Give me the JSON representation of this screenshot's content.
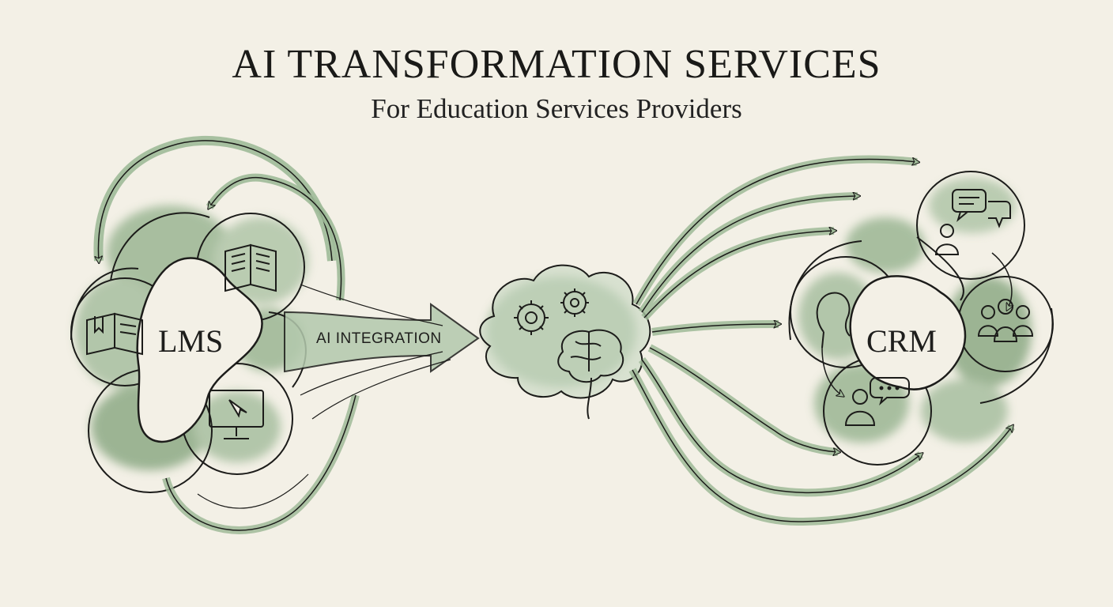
{
  "header": {
    "title": "AI TRANSFORMATION SERVICES",
    "subtitle": "For Education Services Providers"
  },
  "lms": {
    "label": "LMS",
    "icons": [
      "open-book-icon",
      "book-with-bookmark-icon",
      "computer-monitor-cursor-icon"
    ]
  },
  "connector": {
    "label": "AI INTEGRATION"
  },
  "ai_core": {
    "icons": [
      "gear-icon",
      "gear-icon",
      "brain-icon"
    ]
  },
  "crm": {
    "label": "CRM",
    "icons": [
      "chat-bubbles-person-icon",
      "person-profile-icon",
      "group-people-icon",
      "person-speech-bubble-icon"
    ]
  },
  "colors": {
    "background": "#f3f0e6",
    "wash_green": "#8fae88",
    "wash_green_dark": "#6f9468",
    "ink": "#1c1c1a"
  }
}
